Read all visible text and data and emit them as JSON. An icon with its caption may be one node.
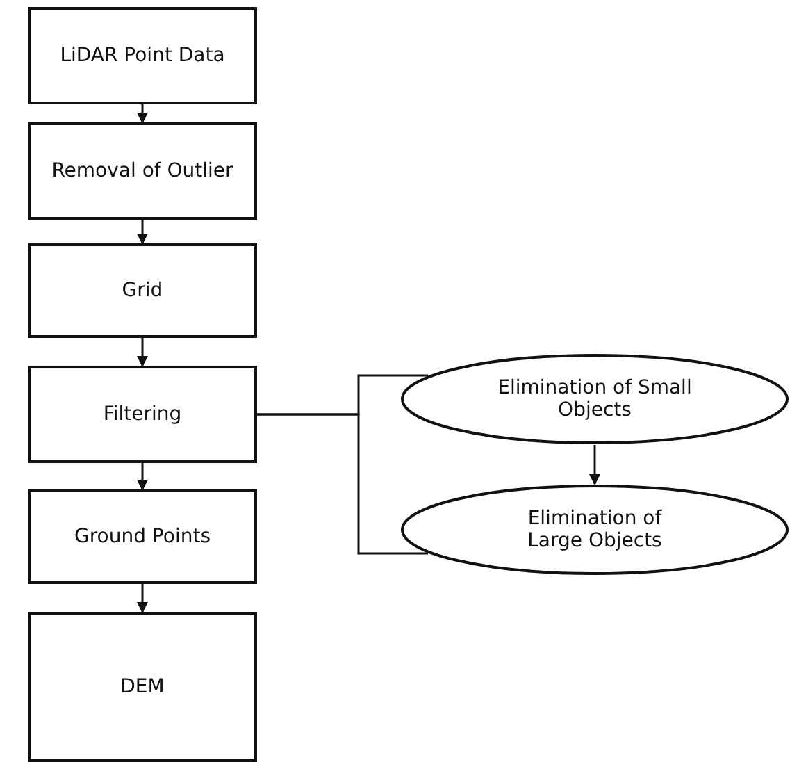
{
  "diagram": {
    "nodes": [
      {
        "text": [
          "LiDAR Point Data"
        ]
      },
      {
        "text": [
          "Removal of Outlier"
        ]
      },
      {
        "text": [
          "Grid"
        ]
      },
      {
        "text": [
          "Filtering"
        ]
      },
      {
        "text": [
          "Ground Points"
        ]
      },
      {
        "text": [
          "DEM"
        ]
      },
      {
        "text": [
          "Elimination of Small Objects"
        ]
      },
      {
        "text": [
          "Elimination of Large Objects"
        ]
      }
    ],
    "edges": [
      {
        "from": 0,
        "to": 1,
        "arrow": "to"
      },
      {
        "from": 1,
        "to": 2,
        "arrow": "to"
      },
      {
        "from": 2,
        "to": 3,
        "arrow": "to"
      },
      {
        "from": 3,
        "to": 4,
        "arrow": "to"
      },
      {
        "from": 4,
        "to": 5,
        "arrow": "to"
      },
      {
        "from": 3,
        "to": 6,
        "arrow": "none"
      },
      {
        "from": 3,
        "to": 7,
        "arrow": "none"
      },
      {
        "from": 6,
        "to": 7,
        "arrow": "to"
      }
    ]
  }
}
